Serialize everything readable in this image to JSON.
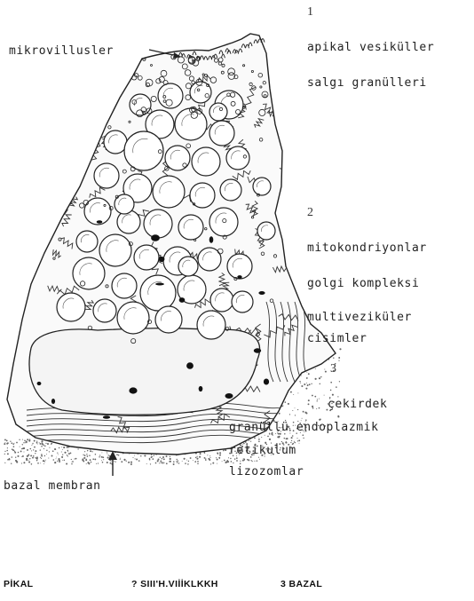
{
  "labels": {
    "microvilli": "mikrovillusler",
    "zone1": "1",
    "apical_vesicles": "apikal vesiküller",
    "secretory_granules": "salgı granülleri",
    "zone2": "2",
    "mitochondria": "mitokondriyonlar",
    "golgi": "golgi kompleksi",
    "multivesicular_1": "multiveziküler",
    "multivesicular_2": "cisimler",
    "zone3": "3",
    "nucleus": "çekirdek",
    "rer_1": "granüllü endoplazmik",
    "rer_2": "retikulum",
    "lysosomes": "lizozomlar",
    "basal_membrane": "bazal membran"
  },
  "footer": {
    "col1": "PİKAL",
    "col2": "? SIII'H.VIİİKLKKH",
    "col3": "3  BAZAL"
  }
}
